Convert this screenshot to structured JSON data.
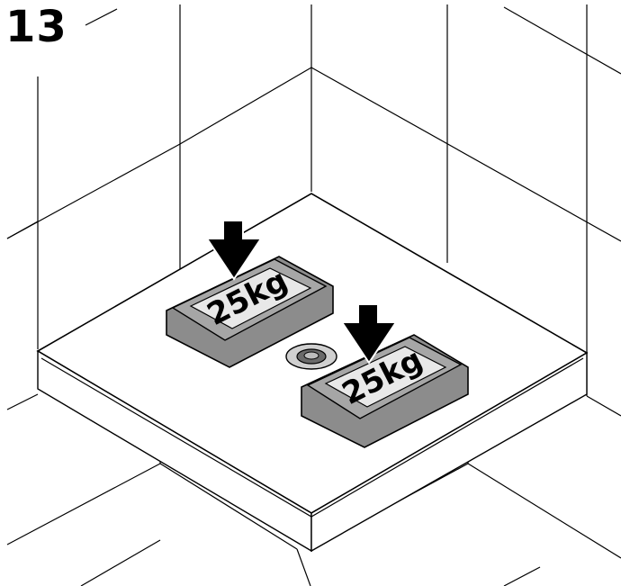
{
  "step": {
    "number": "13"
  },
  "weights": [
    {
      "label": "25kg"
    },
    {
      "label": "25kg"
    }
  ],
  "colors": {
    "line": "#000000",
    "background": "#ffffff",
    "weight_body": "#8c8c8c",
    "weight_label": "#e8e8e8",
    "drain": "#6a6a6a"
  }
}
